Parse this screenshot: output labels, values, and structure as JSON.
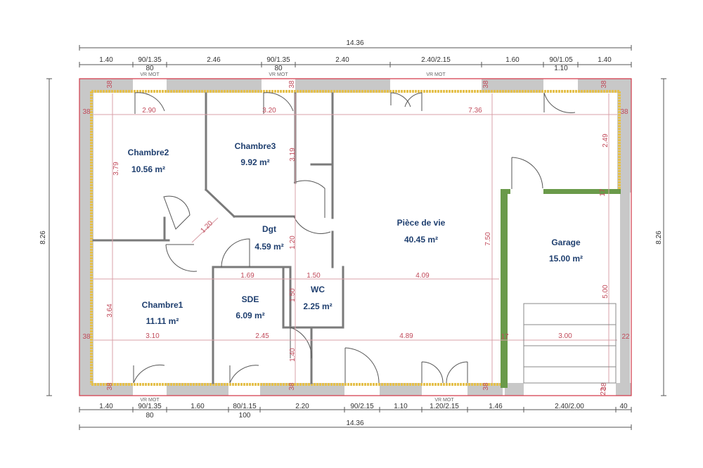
{
  "overall": {
    "width": "14.36",
    "depth": "8.26"
  },
  "top_dims": {
    "segments": [
      "1.40",
      "90/1.35",
      "2.46",
      "90/1.35",
      "2.40",
      "2.40/2.15",
      "1.60",
      "90/1.05",
      "1.40"
    ],
    "sub": [
      "80",
      "80",
      "1.10"
    ],
    "vr": [
      "VR MOT",
      "VR MOT",
      "VR MOT"
    ]
  },
  "bottom_dims": {
    "segments": [
      "1.40",
      "90/1.35",
      "1.60",
      "80/1.15",
      "2.20",
      "90/2.15",
      "1.10",
      "1.20/2.15",
      "1.46",
      "2.40/2.00",
      "40"
    ],
    "sub": [
      "80",
      "100"
    ],
    "vr": [
      "VR MOT",
      "VR MOT"
    ]
  },
  "wall_marks": {
    "top": [
      "38",
      "38",
      "38",
      "38"
    ],
    "bottom": [
      "38",
      "38",
      "38",
      "38"
    ],
    "left": [
      "38",
      "38"
    ],
    "right": [
      "38",
      "17",
      "22",
      "22",
      "17"
    ]
  },
  "interior_dims": {
    "h1": [
      "2.90",
      "3.20",
      "7.36"
    ],
    "h2": [
      "1.20",
      "1.69",
      "1.50",
      "4.09"
    ],
    "h3": [
      "3.10",
      "2.45",
      "4.89",
      "3.00"
    ],
    "v": [
      "3.79",
      "3.64",
      "3.19",
      "1.20",
      "1.50",
      "1.40",
      "7.50",
      "2.49",
      "5.00"
    ]
  },
  "rooms": [
    {
      "name": "Chambre2",
      "area": "10.56 m²"
    },
    {
      "name": "Chambre3",
      "area": "9.92 m²"
    },
    {
      "name": "Dgt",
      "area": "4.59 m²"
    },
    {
      "name": "Pièce de vie",
      "area": "40.45 m²"
    },
    {
      "name": "Garage",
      "area": "15.00 m²"
    },
    {
      "name": "Chambre1",
      "area": "11.11 m²"
    },
    {
      "name": "SDE",
      "area": "6.09 m²"
    },
    {
      "name": "WC",
      "area": "2.25 m²"
    }
  ],
  "colors": {
    "wall": "#c8c8c8",
    "insulation": "#e5c04b",
    "garage_wall": "#6a9a4a",
    "label": "#1f3f6f",
    "dimension_red": "#c14a5a"
  }
}
